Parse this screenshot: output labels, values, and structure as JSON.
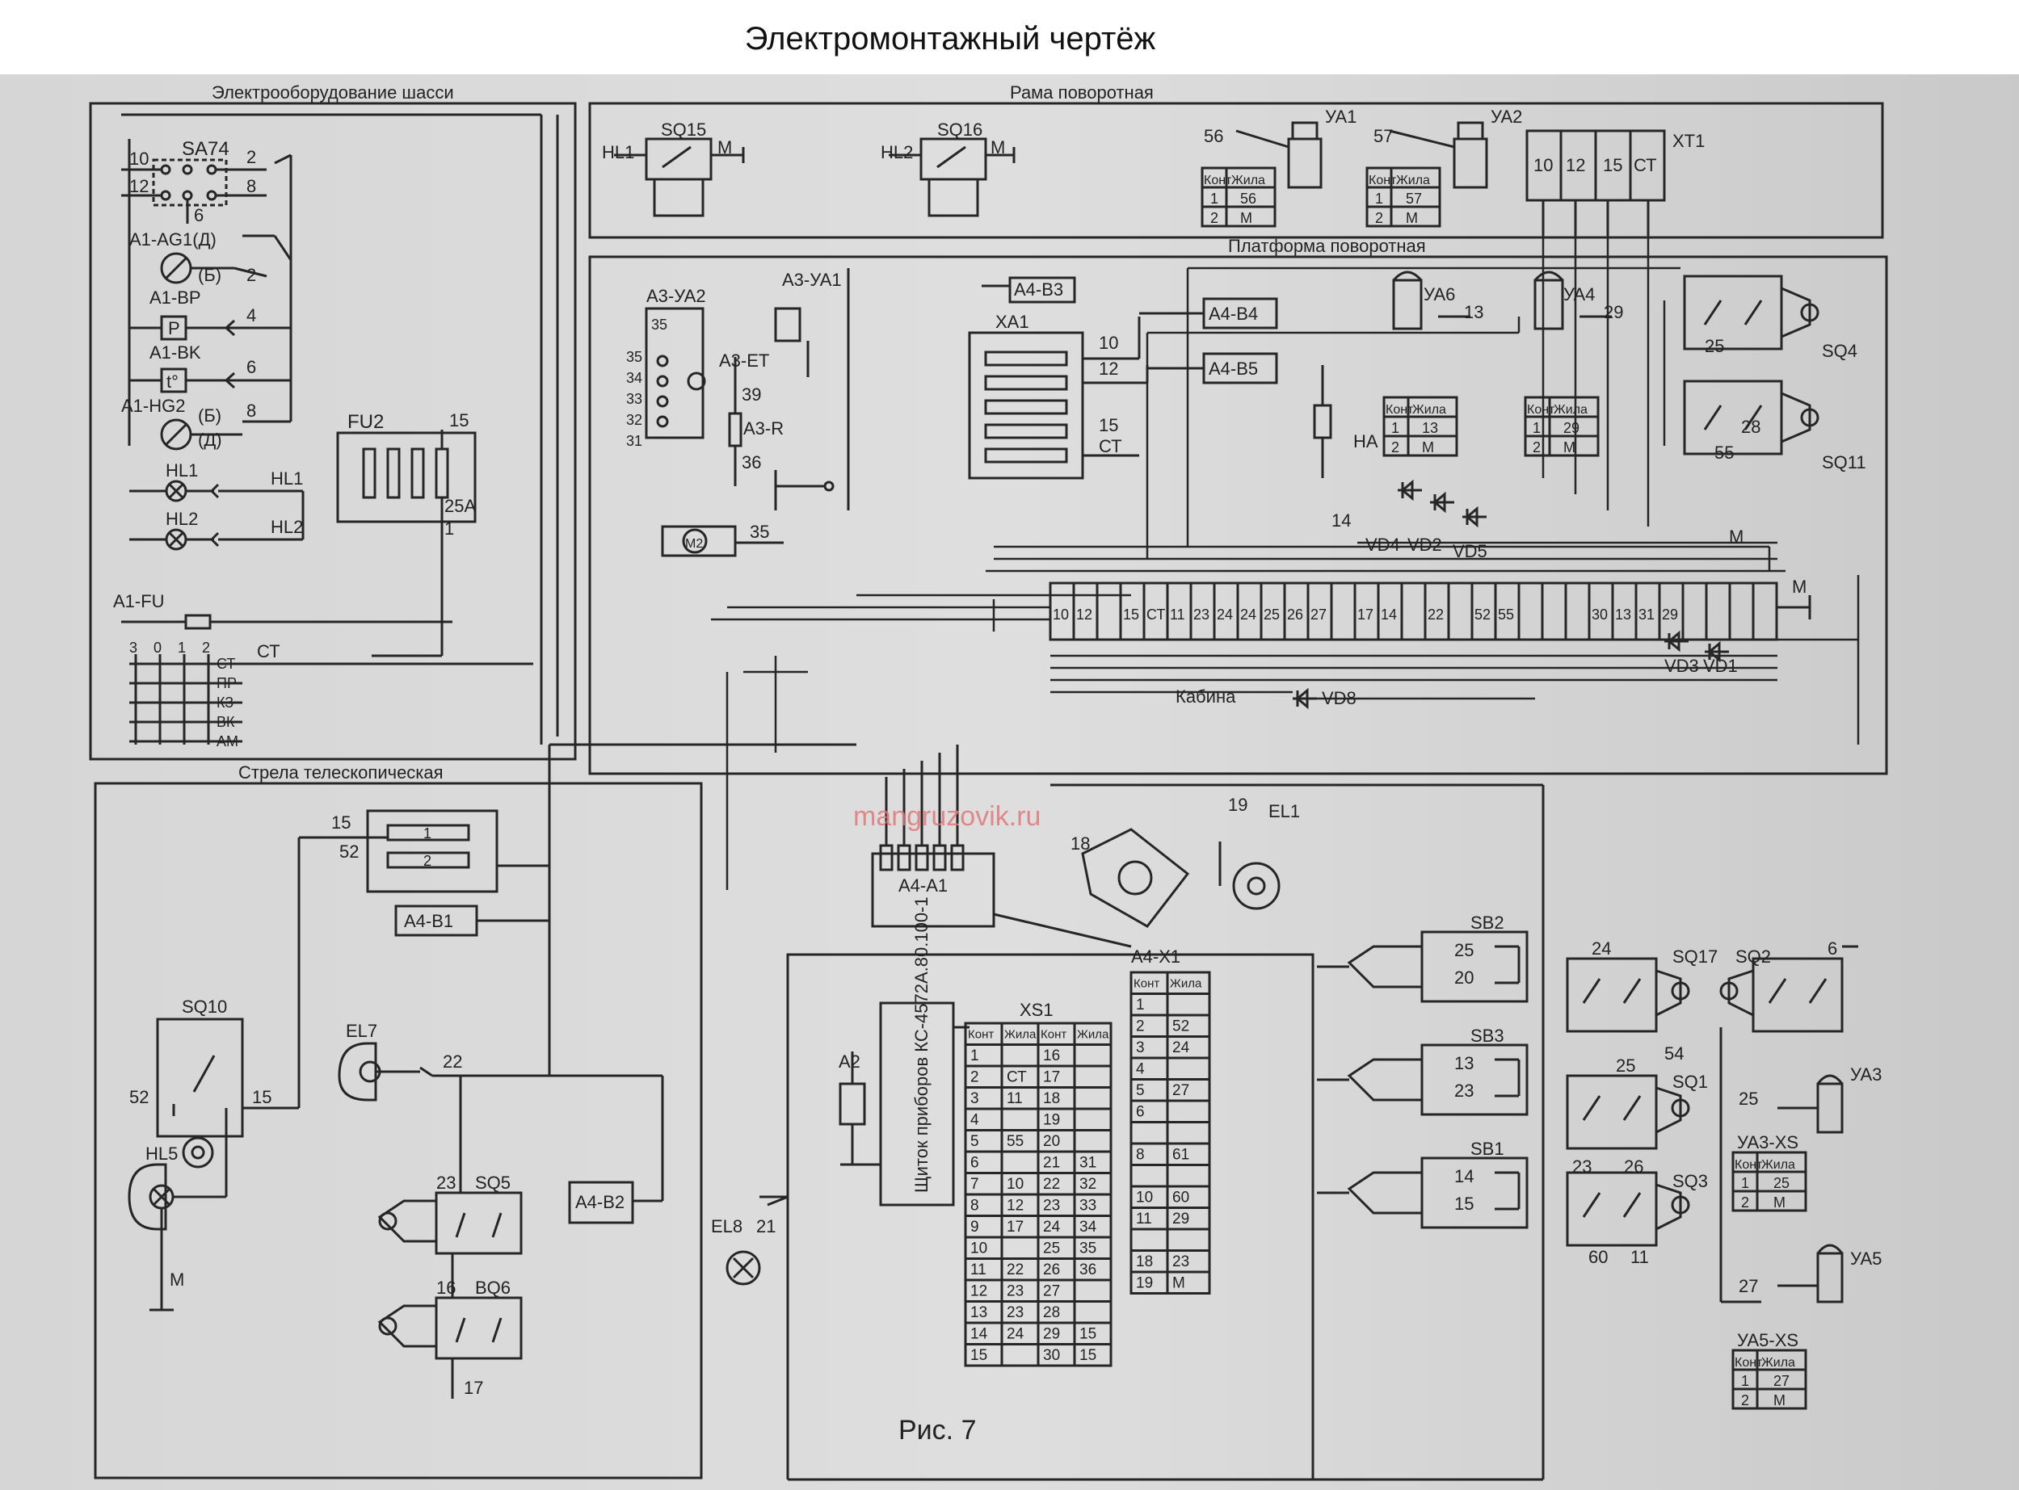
{
  "page_title": "Электромонтажный чертёж",
  "figure_caption": "Рис. 7",
  "watermark": "mangruzovik.ru",
  "colors": {
    "paper": "#dcdcdc",
    "ink": "#262626",
    "watermark": "#e07a7a"
  },
  "sections": {
    "chassis": "Электрооборудование шасси",
    "frame": "Рама поворотная",
    "platform": "Платформа поворотная",
    "cab": "Кабина",
    "boom": "Стрела телескопическая"
  },
  "chassis": {
    "sa74": "SA74",
    "sa74_pins": [
      "10",
      "12",
      "2",
      "8",
      "6"
    ],
    "devices": [
      {
        "label": "A1-AG1(Д)",
        "pin_a": "(Б)",
        "pin_b": "2",
        "icon": "gauge-icon"
      },
      {
        "label": "A1-BP",
        "mark": "P",
        "pin_b": "4",
        "icon": "pressure-sensor-icon"
      },
      {
        "label": "A1-BK",
        "mark": "t°",
        "pin_b": "6",
        "icon": "temperature-sensor-icon"
      },
      {
        "label": "A1-HG2",
        "pin_a": "(Б)",
        "pin_c": "(Д)",
        "pin_b": "8",
        "icon": "gauge-icon"
      },
      {
        "label": "HL1",
        "pin_b": "HL1",
        "icon": "lamp-icon"
      },
      {
        "label": "HL2",
        "pin_b": "HL2",
        "icon": "lamp-icon"
      }
    ],
    "fu2": "FU2",
    "fu2_pins": [
      "15",
      "25А",
      "1"
    ],
    "a1_fu": "A1-FU",
    "a1_fu_pins": [
      "3",
      "0",
      "1",
      "2"
    ],
    "bus": [
      "СТ",
      "ПР",
      "КЗ",
      "ВК",
      "АМ"
    ],
    "bus_out": "СТ"
  },
  "frame": {
    "sq15": "SQ15",
    "sq16": "SQ16",
    "hl1": "HL1",
    "hl2": "HL2",
    "m": "M",
    "ya1": "УА1",
    "ya2": "УА2",
    "xt1": "XT1",
    "xt1_pins": [
      "10",
      "12",
      "15",
      "СТ"
    ],
    "ya1_wire": "56",
    "ya2_wire": "57",
    "table_head": [
      "Конт",
      "Жила"
    ],
    "ya1_rows": [
      [
        "1",
        "56"
      ],
      [
        "2",
        "М"
      ]
    ],
    "ya2_rows": [
      [
        "1",
        "57"
      ],
      [
        "2",
        "М"
      ]
    ]
  },
  "platform": {
    "a3_ya2": "А3-УА2",
    "a3_ya1": "А3-УА1",
    "a3_et": "А3-ЕТ",
    "a3_r": "А3-R",
    "a3_pins": [
      "35",
      "34",
      "33",
      "32",
      "31"
    ],
    "wires": [
      "39",
      "36",
      "35"
    ],
    "motor": "M2",
    "a4_b3": "А4-В3",
    "a4_b4": "А4-В4",
    "a4_b5": "А4-В5",
    "xa1": "ХА1",
    "xa1_pins": [
      "10",
      "12",
      "15",
      "СТ"
    ],
    "ya6": "УА6",
    "ya4": "УА4",
    "ya6_wire": "13",
    "ya4_wire": "29",
    "ya6_rows": [
      [
        "1",
        "13"
      ],
      [
        "2",
        "М"
      ]
    ],
    "ya4_rows": [
      [
        "1",
        "29"
      ],
      [
        "2",
        "М"
      ]
    ],
    "ha": "НА",
    "ha_wire": "14",
    "sq4": "SQ4",
    "sq4_pins": [
      "25",
      "28"
    ],
    "sq11": "SQ11",
    "sq11_pins": [
      "55",
      "М"
    ],
    "diodes": [
      "VD4",
      "VD2",
      "VD5",
      "VD3",
      "VD1",
      "VD8"
    ],
    "terminal_strip": [
      "10",
      "12",
      "",
      "15",
      "СТ",
      "11",
      "23",
      "24",
      "24",
      "25",
      "26",
      "27",
      "",
      "17",
      "14",
      "",
      "22",
      "",
      "52",
      "55",
      "",
      "",
      "",
      "30",
      "13",
      "31",
      "29",
      "",
      "",
      "",
      ""
    ],
    "ground": "М"
  },
  "cab": {
    "a4_a1": "А4-А1",
    "device_18": "18",
    "el1": "EL1",
    "el1_wire": "19",
    "a4_x1": "А4-Х1",
    "a4_x1_head": [
      "Конт",
      "Жила"
    ],
    "a4_x1_rows": [
      [
        "1",
        ""
      ],
      [
        "2",
        "52"
      ],
      [
        "3",
        "24"
      ],
      [
        "4",
        ""
      ],
      [
        "5",
        "27"
      ],
      [
        "6",
        ""
      ],
      [
        "",
        ""
      ],
      [
        "8",
        "61"
      ],
      [
        "",
        ""
      ],
      [
        "10",
        "60"
      ],
      [
        "11",
        "29"
      ],
      [
        "",
        ""
      ],
      [
        "18",
        "23"
      ],
      [
        "19",
        "М"
      ]
    ],
    "panel": "Щиток приборов КС-4572А.80.100-1",
    "a2": "А2",
    "xs1": "XS1",
    "xs1_head": [
      "Конт",
      "Жила",
      "Конт",
      "Жила"
    ],
    "xs1_rows": [
      [
        "1",
        "",
        "16",
        ""
      ],
      [
        "2",
        "СТ",
        "17",
        ""
      ],
      [
        "3",
        "11",
        "18",
        ""
      ],
      [
        "4",
        "",
        "19",
        ""
      ],
      [
        "5",
        "55",
        "20",
        ""
      ],
      [
        "6",
        "",
        "21",
        "31"
      ],
      [
        "7",
        "10",
        "22",
        "32"
      ],
      [
        "8",
        "12",
        "23",
        "33"
      ],
      [
        "9",
        "17",
        "24",
        "34"
      ],
      [
        "10",
        "",
        "25",
        "35"
      ],
      [
        "11",
        "22",
        "26",
        "36"
      ],
      [
        "12",
        "23",
        "27",
        ""
      ],
      [
        "13",
        "23",
        "28",
        ""
      ],
      [
        "14",
        "24",
        "29",
        "15"
      ],
      [
        "15",
        "",
        "30",
        "15"
      ]
    ],
    "el8": "EL8",
    "el8_wire": "21",
    "sb2": "SB2",
    "sb2_pins": [
      "25",
      "20"
    ],
    "sb3": "SB3",
    "sb3_pins": [
      "13",
      "23"
    ],
    "sb1": "SB1",
    "sb1_pins": [
      "14",
      "15"
    ],
    "sq17": "SQ17",
    "sq17_pins": [
      "24",
      "54"
    ],
    "sq2": "SQ2",
    "sq2_pins": [
      "6"
    ],
    "sq1": "SQ1",
    "sq1_pins": [
      "25",
      "26"
    ],
    "sq3": "SQ3",
    "sq3_pins": [
      "23",
      "60",
      "11"
    ],
    "ya3": "УА3",
    "ya3_wire": "25",
    "ya3_xs": "УА3-XS",
    "ya3_rows": [
      [
        "1",
        "25"
      ],
      [
        "2",
        "М"
      ]
    ],
    "ya5": "УА5",
    "ya5_wire": "27",
    "ya5_xs": "УА5-XS",
    "ya5_rows": [
      [
        "1",
        "27"
      ],
      [
        "2",
        "М"
      ]
    ]
  },
  "boom": {
    "pins_top": [
      "15",
      "52"
    ],
    "row_marks": [
      "1",
      "2"
    ],
    "a4_b1": "А4-В1",
    "sq10": "SQ10",
    "sq10_pins": [
      "52",
      "15"
    ],
    "hl5": "HL5",
    "hl5_ground": "М",
    "el7": "EL7",
    "el7_wire": "22",
    "sq5": "SQ5",
    "sq5_pin": "23",
    "bq6": "BQ6",
    "bq6_pins": [
      "16",
      "17"
    ],
    "a4_b2": "А4-В2"
  }
}
